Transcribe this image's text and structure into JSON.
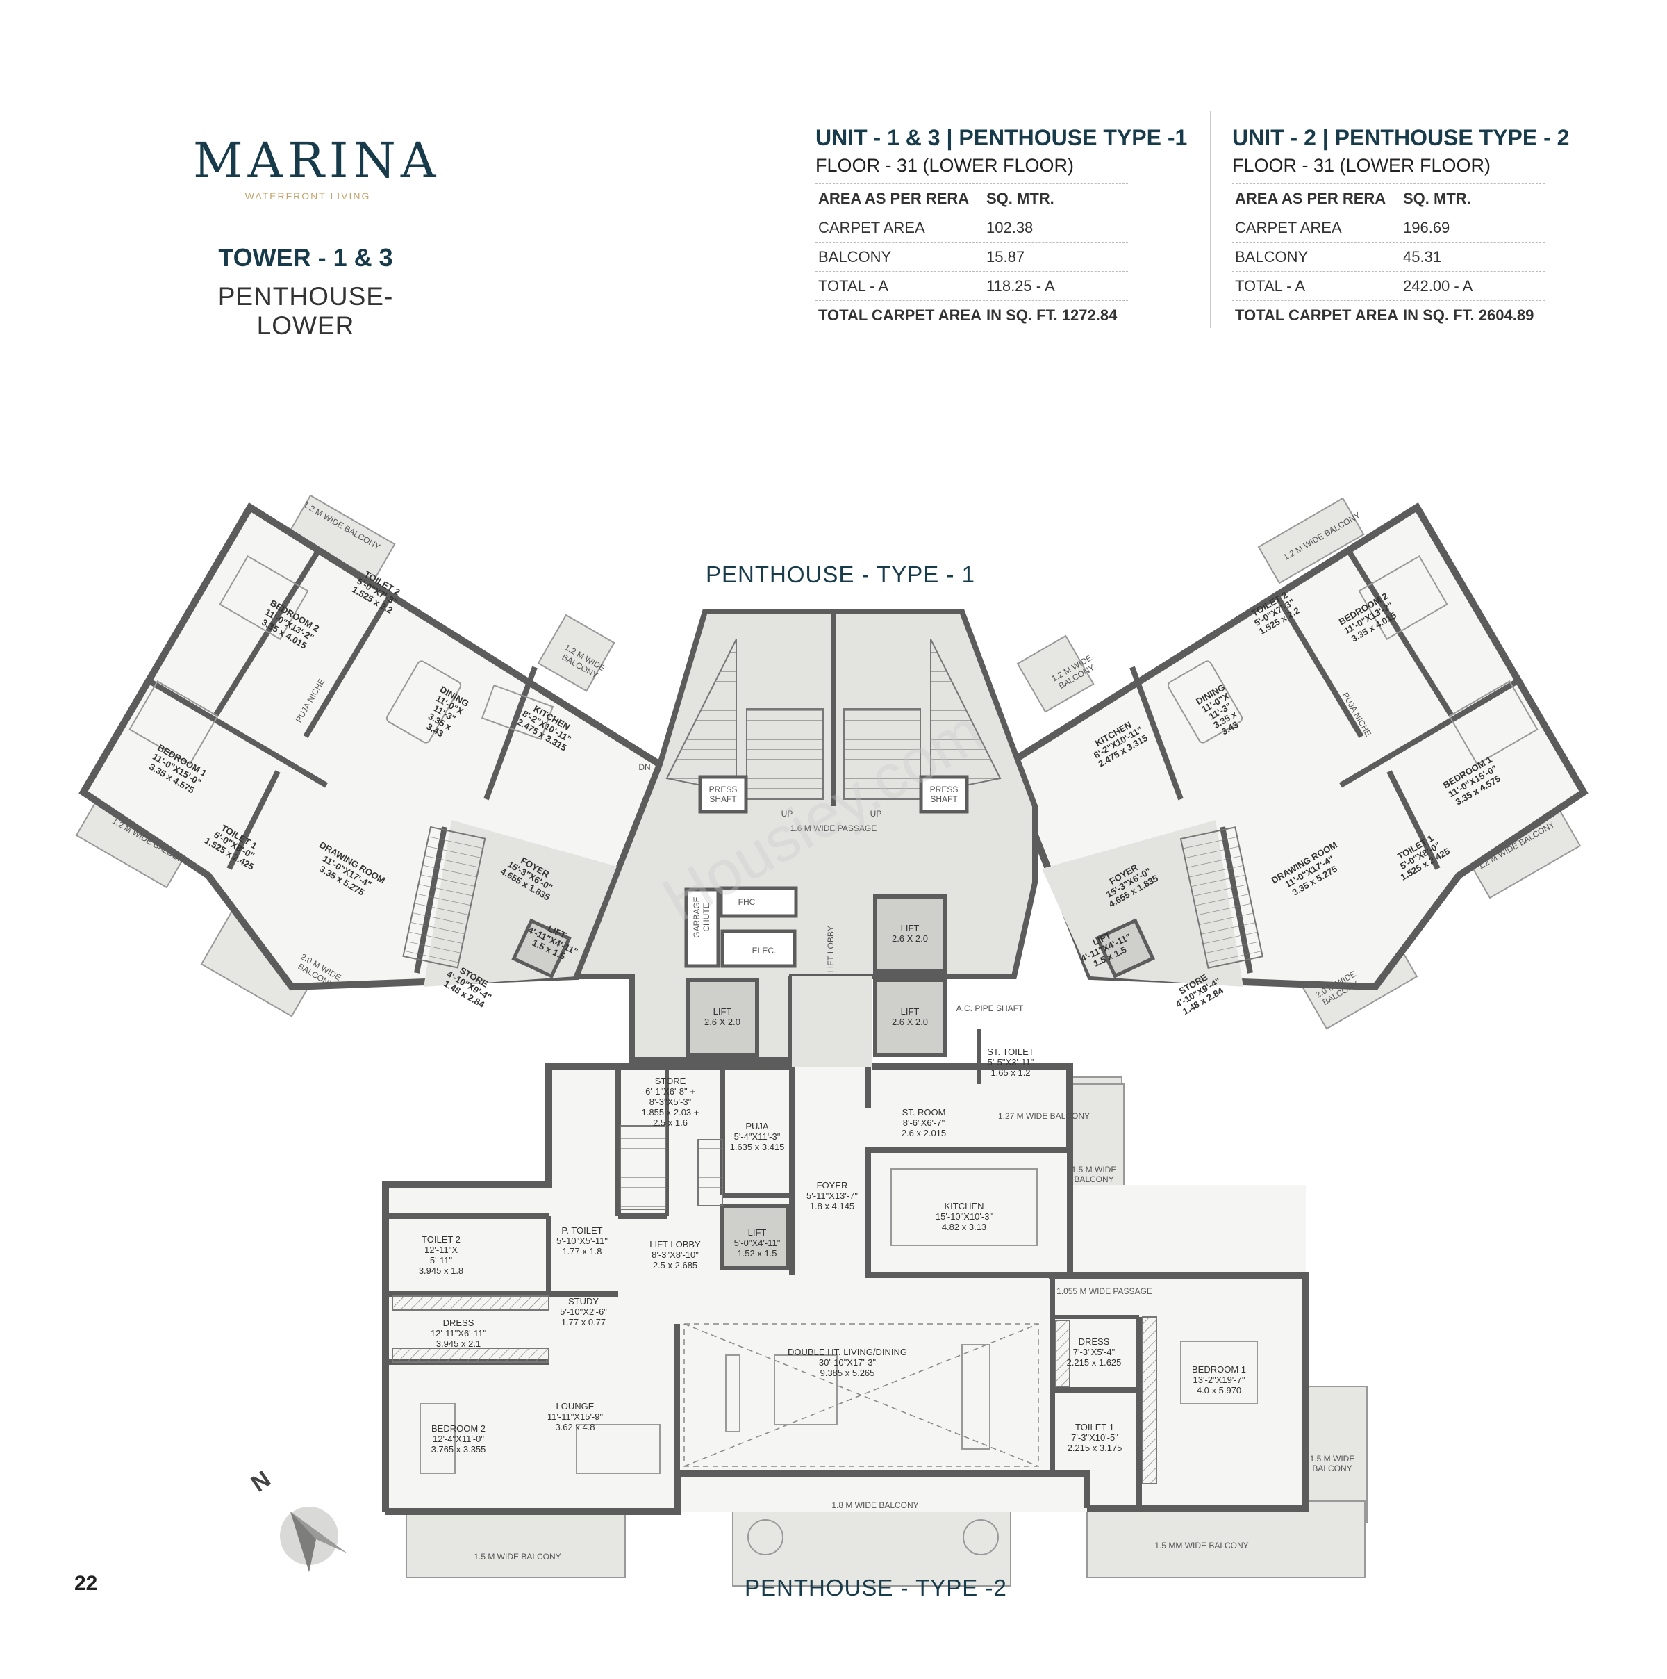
{
  "brand": {
    "name": "MARINA",
    "tagline": "WATERFRONT LIVING"
  },
  "tower": {
    "title": "TOWER - 1 & 3",
    "subtitle": "PENTHOUSE-LOWER"
  },
  "specs": [
    {
      "heading": "UNIT - 1 & 3 | PENTHOUSE TYPE -1",
      "floor": "FLOOR - 31 (LOWER FLOOR)",
      "header": [
        "AREA AS PER RERA",
        "SQ. MTR."
      ],
      "rows": [
        [
          "CARPET AREA",
          "102.38"
        ],
        [
          "BALCONY",
          "15.87"
        ],
        [
          "TOTAL - A",
          "118.25 - A"
        ]
      ],
      "total": [
        "TOTAL CARPET AREA",
        "IN SQ. FT. 1272.84"
      ]
    },
    {
      "heading": "UNIT - 2 | PENTHOUSE TYPE - 2",
      "floor": "FLOOR - 31 (LOWER FLOOR)",
      "header": [
        "AREA AS PER RERA",
        "SQ. MTR."
      ],
      "rows": [
        [
          "CARPET AREA",
          "196.69"
        ],
        [
          "BALCONY",
          "45.31"
        ],
        [
          "TOTAL - A",
          "242.00 - A"
        ]
      ],
      "total": [
        "TOTAL CARPET AREA",
        "IN SQ. FT. 2604.89"
      ]
    }
  ],
  "plan_titles": {
    "top": "PENTHOUSE - TYPE - 1",
    "bottom": "PENTHOUSE - TYPE -2"
  },
  "page_number": "22",
  "compass": {
    "label": "N",
    "icon": "north-arrow-icon"
  },
  "watermark": "Housiey.com",
  "rooms_left": {
    "bedroom2": [
      "BEDROOM 2",
      "11'-0\"X13'-2\"",
      "3.35 x 4.015"
    ],
    "toilet2": [
      "TOILET 2",
      "5'-0\"X7'-3\"",
      "1.525 x 2.2"
    ],
    "dining": [
      "DINING",
      "11'-0\"X",
      "11'-3\"",
      "3.35 x",
      "3.43"
    ],
    "kitchen": [
      "KITCHEN",
      "8'-2\"X10'-11\"",
      "2.475 x 3.315"
    ],
    "bedroom1": [
      "BEDROOM 1",
      "11'-0\"X15'-0\"",
      "3.35 x 4.575"
    ],
    "toilet1": [
      "TOILET 1",
      "5'-0\"X8'-0\"",
      "1.525 x 2.425"
    ],
    "drawing": [
      "DRAWING ROOM",
      "11'-0\"X17'-4\"",
      "3.35 x 5.275"
    ],
    "foyer": [
      "FOYER",
      "15'-3\"X6'-0\"",
      "4.655 x 1.835"
    ],
    "store": [
      "STORE",
      "4'-10\"X9'-4\"",
      "1.48 x 2.84"
    ],
    "lift": [
      "LIFT",
      "4'-11\"X4'-11\"",
      "1.5 x 1.5"
    ],
    "puja": "PUJA NICHE",
    "bal_bed2": "1.2 M WIDE BALCONY",
    "bal_kitchen": [
      "1.2 M WIDE",
      "BALCONY"
    ],
    "bal_bed1": "1.2 M WIDE BALCONY",
    "bal_drawing": [
      "2.0 M WIDE",
      "BALCONY"
    ]
  },
  "rooms_right": {
    "toilet2": [
      "TOILET 2",
      "5'-0\"X7'-3\"",
      "1.525 x 2.2"
    ],
    "bedroom2": [
      "BEDROOM 2",
      "11'-0\"X13'-2\"",
      "3.35 x 4.015"
    ],
    "dining": [
      "DINING",
      "11'-0\"X",
      "11'-3\"",
      "3.35 x",
      "3.43"
    ],
    "kitchen": [
      "KITCHEN",
      "8'-2\"X10'-11\"",
      "2.475 x 3.315"
    ],
    "bedroom1": [
      "BEDROOM 1",
      "11'-0\"X15'-0\"",
      "3.35 x 4.575"
    ],
    "toilet1": [
      "TOILET 1",
      "5'-0\"X8'-0\"",
      "1.525 x 2.425"
    ],
    "drawing": [
      "DRAWING ROOM",
      "11'-0\"X17'-4\"",
      "3.35 x 5.275"
    ],
    "foyer": [
      "FOYER",
      "15'-3\"X6'-0\"",
      "4.655 x 1.835"
    ],
    "store": [
      "STORE",
      "4'-10\"X9'-4\"",
      "1.48 x 2.84"
    ],
    "lift": [
      "LIFT",
      "4'-11\"X4'-11\"",
      "1.5 x 1.5"
    ],
    "puja": "PUJA NICHE",
    "bal_bed2": "1.2 M WIDE BALCONY",
    "bal_kitchen": [
      "1.2 M WIDE",
      "BALCONY"
    ],
    "bal_bed1": "1.2 M WIDE BALCONY",
    "bal_drawing": [
      "2.0 M WIDE",
      "BALCONY"
    ]
  },
  "core": {
    "press_shaft": [
      "PRESS",
      "SHAFT"
    ],
    "passage": "1.6 M WIDE PASSAGE",
    "lift_lobby": "1.8 M WIDE LIFT LOBBY",
    "fhc": "FHC",
    "garbage": [
      "GARBAGE",
      "CHUTE"
    ],
    "elec": "ELEC.",
    "lift": [
      "LIFT",
      "2.6 X 2.0"
    ],
    "ac_shaft": "A.C. PIPE SHAFT",
    "up": "UP",
    "dn": "DN"
  },
  "rooms_bottom": {
    "store": [
      "STORE",
      "6'-1\"X6'-8\" +",
      "8'-3\"X5'-3\"",
      "1.855 x 2.03 +",
      "2.5 x 1.6"
    ],
    "puja": [
      "PUJA",
      "5'-4\"X11'-3\"",
      "1.635 x 3.415"
    ],
    "foyer": [
      "FOYER",
      "5'-11\"X13'-7\"",
      "1.8 x 4.145"
    ],
    "st_toilet": [
      "ST. TOILET",
      "5'-5\"X3'-11\"",
      "1.65 x 1.2"
    ],
    "st_room": [
      "ST. ROOM",
      "8'-6\"X6'-7\"",
      "2.6 x 2.015"
    ],
    "bal_127": "1.27 M WIDE BALCONY",
    "bal_15_right_top": [
      "1.5 M WIDE",
      "BALCONY"
    ],
    "kitchen": [
      "KITCHEN",
      "15'-10\"X10'-3\"",
      "4.82 x 3.13"
    ],
    "lift": [
      "LIFT",
      "5'-0\"X4'-11\"",
      "1.52 x 1.5"
    ],
    "lift_lobby": [
      "LIFT LOBBY",
      "8'-3\"X8'-10\"",
      "2.5 x 2.685"
    ],
    "p_toilet": [
      "P. TOILET",
      "5'-10\"X5'-11\"",
      "1.77 x 1.8"
    ],
    "toilet2": [
      "TOILET 2",
      "12'-11\"X",
      "5'-11\"",
      "3.945 x 1.8"
    ],
    "study": [
      "STUDY",
      "5'-10\"X2'-6\"",
      "1.77 x 0.77"
    ],
    "dress_left": [
      "DRESS",
      "12'-11\"X6'-11\"",
      "3.945 x 2.1"
    ],
    "passage": "1.055 M WIDE PASSAGE",
    "dress_right": [
      "DRESS",
      "7'-3\"X5'-4\"",
      "2.215 x 1.625"
    ],
    "living": [
      "DOUBLE HT. LIVING/DINING",
      "30'-10\"X17'-3\"",
      "9.385 x 5.265"
    ],
    "bedroom1": [
      "BEDROOM 1",
      "13'-2\"X19'-7\"",
      "4.0 x 5.970"
    ],
    "toilet1": [
      "TOILET 1",
      "7'-3\"X10'-5\"",
      "2.215 x 3.175"
    ],
    "bedroom2": [
      "BEDROOM 2",
      "12'-4\"X11'-0\"",
      "3.765 x 3.355"
    ],
    "lounge": [
      "LOUNGE",
      "11'-11\"X15'-9\"",
      "3.62 x 4.8"
    ],
    "bal_15_right": [
      "1.5 M WIDE",
      "BALCONY"
    ],
    "bal_18": "1.8 M WIDE BALCONY",
    "bal_15_left": "1.5 M WIDE BALCONY",
    "bal_15mm": "1.5 MM WIDE BALCONY"
  }
}
